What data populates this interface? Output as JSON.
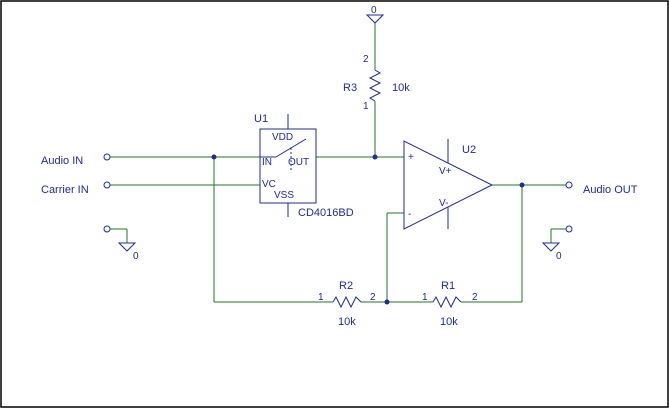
{
  "colors": {
    "wire": "#1e7a1e",
    "component": "#1d2aa8",
    "background": "#ffffff",
    "frame": "#000000"
  },
  "ports": {
    "audio_in": "Audio IN",
    "carrier_in": "Carrier IN",
    "audio_out": "Audio OUT"
  },
  "u1": {
    "ref": "U1",
    "part": "CD4016BD",
    "pin_vdd": "VDD",
    "pin_in": "IN",
    "pin_out": "OUT",
    "pin_vc": "VC",
    "pin_vss": "VSS"
  },
  "u2": {
    "ref": "U2",
    "plus": "+",
    "minus": "-",
    "vplus": "V+",
    "vminus": "V-"
  },
  "r1": {
    "ref": "R1",
    "value": "10k",
    "pin1": "1",
    "pin2": "2"
  },
  "r2": {
    "ref": "R2",
    "value": "10k",
    "pin1": "1",
    "pin2": "2"
  },
  "r3": {
    "ref": "R3",
    "value": "10k",
    "pin1": "1",
    "pin2": "2"
  },
  "grounds": {
    "top": "0",
    "left": "0",
    "right": "0"
  }
}
